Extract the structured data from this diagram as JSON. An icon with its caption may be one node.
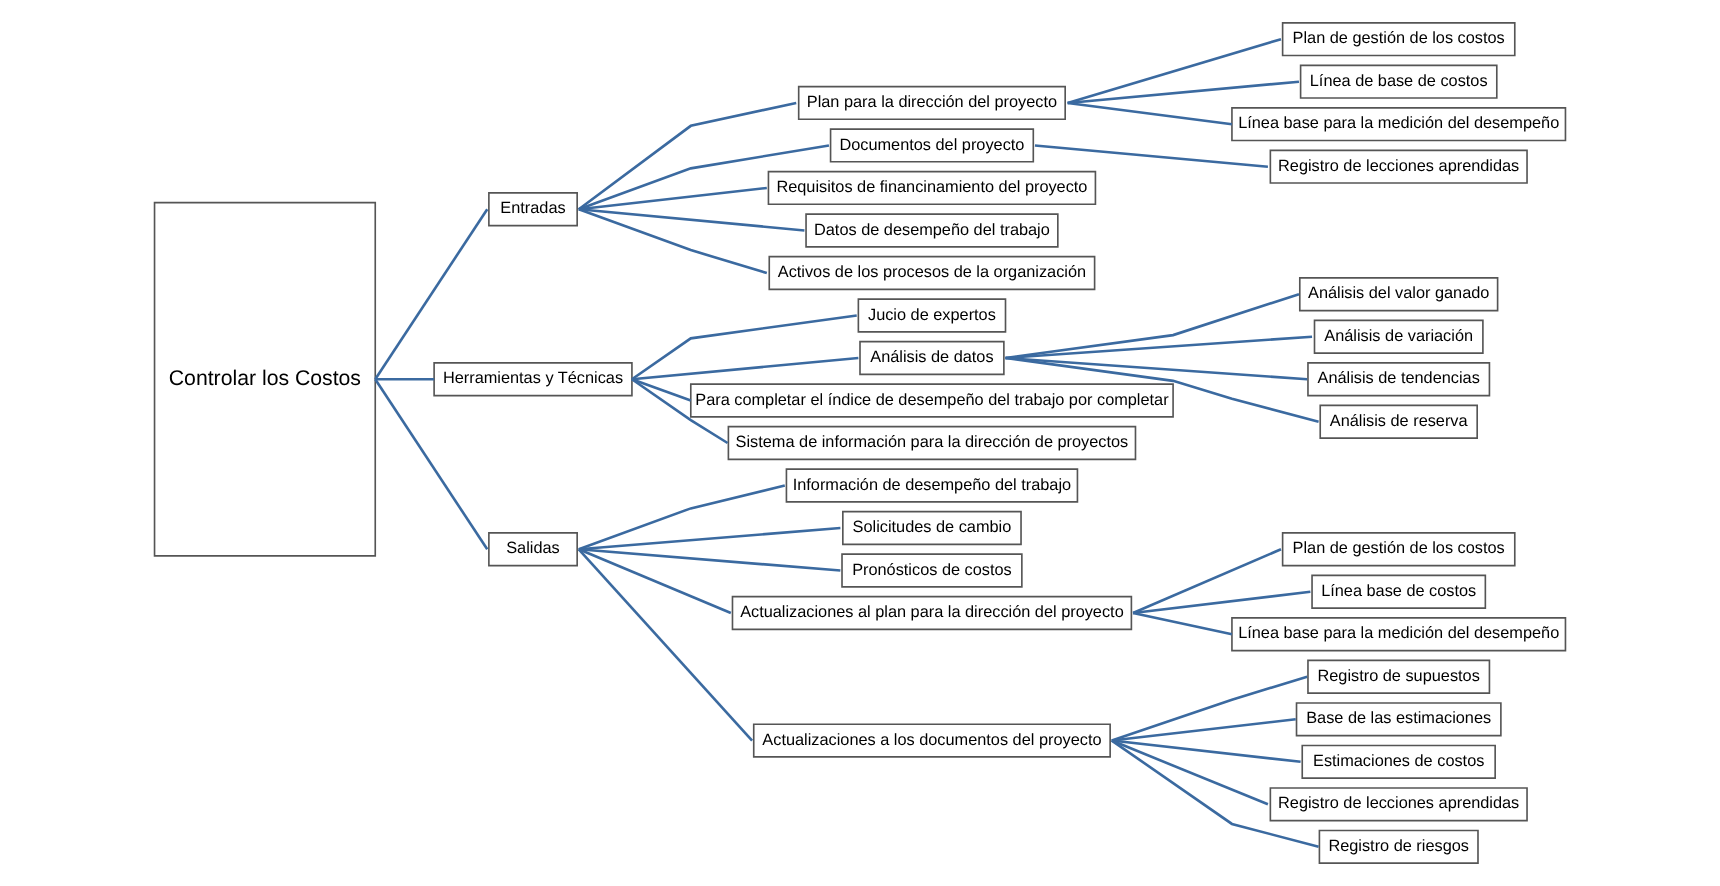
{
  "diagram": {
    "nodes": [
      {
        "text": [
          "Controlar los Costos"
        ]
      },
      {
        "text": [
          "Entradas"
        ]
      },
      {
        "text": [
          "Plan para la dirección del proyecto"
        ]
      },
      {
        "text": [
          "Plan de gestión de los costos"
        ]
      },
      {
        "text": [
          "Línea de base de costos"
        ]
      },
      {
        "text": [
          "Línea base para la medición del desempeño"
        ]
      },
      {
        "text": [
          "Documentos del proyecto"
        ]
      },
      {
        "text": [
          "Registro de lecciones aprendidas"
        ]
      },
      {
        "text": [
          "Requisitos de financinamiento del proyecto"
        ]
      },
      {
        "text": [
          "Datos de desempeño del trabajo"
        ]
      },
      {
        "text": [
          "Activos de los procesos de la organización"
        ]
      },
      {
        "text": [
          "Herramientas y Técnicas"
        ]
      },
      {
        "text": [
          "Jucio de expertos"
        ]
      },
      {
        "text": [
          "Análisis de datos"
        ]
      },
      {
        "text": [
          "Análisis del valor ganado"
        ]
      },
      {
        "text": [
          "Análisis de variación"
        ]
      },
      {
        "text": [
          "Análisis de tendencias"
        ]
      },
      {
        "text": [
          "Análisis de reserva"
        ]
      },
      {
        "text": [
          "Para completar el índice de desempeño del trabajo por completar"
        ]
      },
      {
        "text": [
          "Sistema de información para la dirección de proyectos"
        ]
      },
      {
        "text": [
          "Salidas"
        ]
      },
      {
        "text": [
          "Información de desempeño del trabajo"
        ]
      },
      {
        "text": [
          "Solicitudes de cambio"
        ]
      },
      {
        "text": [
          "Pronósticos de costos"
        ]
      },
      {
        "text": [
          "Actualizaciones al plan para la dirección del proyecto"
        ]
      },
      {
        "text": [
          "Plan de gestión de los costos"
        ]
      },
      {
        "text": [
          "Línea base de costos"
        ]
      },
      {
        "text": [
          "Línea base para la medición del desempeño"
        ]
      },
      {
        "text": [
          "Actualizaciones a los documentos del proyecto"
        ]
      },
      {
        "text": [
          "Registro de supuestos"
        ]
      },
      {
        "text": [
          "Base de las estimaciones"
        ]
      },
      {
        "text": [
          "Estimaciones de costos"
        ]
      },
      {
        "text": [
          "Registro de lecciones aprendidas"
        ]
      },
      {
        "text": [
          "Registro de riesgos"
        ]
      }
    ],
    "edges": [
      {
        "from": 0,
        "to": 1,
        "arrow": "none"
      },
      {
        "from": 1,
        "to": 2,
        "arrow": "none"
      },
      {
        "from": 2,
        "to": 3,
        "arrow": "none"
      },
      {
        "from": 2,
        "to": 4,
        "arrow": "none"
      },
      {
        "from": 2,
        "to": 5,
        "arrow": "none"
      },
      {
        "from": 1,
        "to": 6,
        "arrow": "none"
      },
      {
        "from": 6,
        "to": 7,
        "arrow": "none"
      },
      {
        "from": 1,
        "to": 8,
        "arrow": "none"
      },
      {
        "from": 1,
        "to": 9,
        "arrow": "none"
      },
      {
        "from": 1,
        "to": 10,
        "arrow": "none"
      },
      {
        "from": 0,
        "to": 11,
        "arrow": "none"
      },
      {
        "from": 11,
        "to": 12,
        "arrow": "none"
      },
      {
        "from": 11,
        "to": 13,
        "arrow": "none"
      },
      {
        "from": 13,
        "to": 14,
        "arrow": "none"
      },
      {
        "from": 13,
        "to": 15,
        "arrow": "none"
      },
      {
        "from": 13,
        "to": 16,
        "arrow": "none"
      },
      {
        "from": 13,
        "to": 17,
        "arrow": "none"
      },
      {
        "from": 11,
        "to": 18,
        "arrow": "none"
      },
      {
        "from": 11,
        "to": 19,
        "arrow": "none"
      },
      {
        "from": 0,
        "to": 20,
        "arrow": "none"
      },
      {
        "from": 20,
        "to": 21,
        "arrow": "none"
      },
      {
        "from": 20,
        "to": 22,
        "arrow": "none"
      },
      {
        "from": 20,
        "to": 23,
        "arrow": "none"
      },
      {
        "from": 20,
        "to": 24,
        "arrow": "none"
      },
      {
        "from": 24,
        "to": 25,
        "arrow": "none"
      },
      {
        "from": 24,
        "to": 26,
        "arrow": "none"
      },
      {
        "from": 24,
        "to": 27,
        "arrow": "none"
      },
      {
        "from": 20,
        "to": 28,
        "arrow": "none"
      },
      {
        "from": 28,
        "to": 29,
        "arrow": "none"
      },
      {
        "from": 28,
        "to": 30,
        "arrow": "none"
      },
      {
        "from": 28,
        "to": 31,
        "arrow": "none"
      },
      {
        "from": 28,
        "to": 32,
        "arrow": "none"
      },
      {
        "from": 28,
        "to": 33,
        "arrow": "none"
      }
    ]
  }
}
